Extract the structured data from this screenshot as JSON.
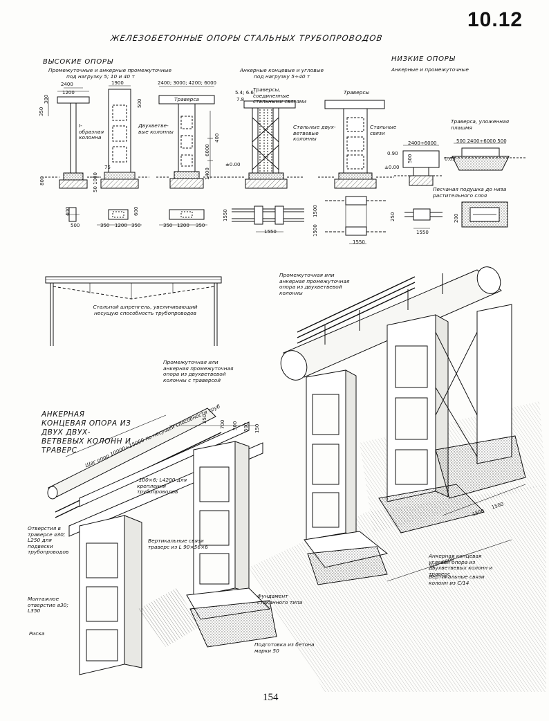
{
  "page_id": "10.12",
  "title": "ЖЕЛЕЗОБЕТОННЫЕ ОПОРЫ СТАЛЬНЫХ ТРУБОПРОВОДОВ",
  "page_number": "154",
  "high_supports": {
    "heading": "ВЫСОКИЕ ОПОРЫ",
    "subheading_1": "Промежуточные и анкерные промежуточные",
    "subheading_2": "под нагрузку 5; 10 и 40 т",
    "label_i_column": "I-образная колонна",
    "label_two_branch": "Двухветве-вые колонны",
    "label_traverse": "Траверса",
    "dim_2400": "2400",
    "dim_1200": "1200",
    "dim_1900": "1900",
    "dim_traverse": "2400; 3000; 4200; 6000",
    "dim_350": "350",
    "dim_300": "300",
    "dim_800": "800",
    "dim_75": "75",
    "dim_50_1000": "50 1000",
    "dim_500": "500",
    "dim_400": "400",
    "dim_1400": "1400",
    "dim_6000": "6000",
    "dim_zero": "±0.00",
    "plan_dim_350_1200_350": [
      "350",
      "1200",
      "350"
    ],
    "plan_dim_600": "600",
    "plan_dim_400": "400"
  },
  "anchor_supports": {
    "subheading_1": "Анкерные концевые и угловые",
    "subheading_2": "под нагрузку 5÷40 т",
    "label_traverses_joined": "Траверсы, соединенные стальными связями",
    "label_traverses": "Траверсы",
    "label_steel_two_branch": "Стальные двух-ветвевые колонны",
    "label_steel_links": "Стальные связи",
    "dim_54": "5.4; 6.6;",
    "dim_78": "7.8",
    "dim_1550": "1550",
    "dim_1500": "1500",
    "dim_250": "250"
  },
  "low_supports": {
    "heading": "НИЗКИЕ ОПОРЫ",
    "subheading": "Анкерные и промежуточные",
    "label_traverse_on_ground": "Траверса, уложенная плашмя",
    "label_sand_cushion": "Песчаная подушка до низа растительного слоя",
    "dim_2400_6000": "2400÷6000",
    "dim_500_row": "500  2400÷6000  500",
    "dim_090": "0.90",
    "dim_065": "0.65",
    "dim_zero": "±0.00",
    "dim_500": "500",
    "dim_1550": "1550",
    "dim_200": "200"
  },
  "truss_elevation": {
    "label": "Стальной шпренгель, увеличивающий несущую способность трубопроводов"
  },
  "axonometric": {
    "label_intermediate_top": "Промежуточная или анкерная промежуточная опора из двухветвевой колонны",
    "label_intermediate_mid": "Промежуточная или анкерная промежуточная опора из двухветвевой колонны с траверсой",
    "heading_anchor_end": "АНКЕРНАЯ КОНЦЕВАЯ ОПОРА ИЗ ДВУХ ДВУХ-ВЕТВЕВЫХ КОЛОНН И ТРАВЕРС",
    "label_span": "Шаг опор 10000÷15000 по несущей способности труб",
    "dims_top": [
      "250",
      "700",
      "500",
      "500",
      "150"
    ],
    "label_plate": "-100×6; L4200 для крепления трубопроводов",
    "label_holes": "Отверстия в траверсе ⌀30; L250 для подвески трубопроводов",
    "label_vertical_links": "Вертикальные связи траверс из L 90×56×6",
    "label_mount_hole": "Монтажное отверстие ⌀30; L350",
    "label_risk": "Риска",
    "label_foundation": "Фундамент стаканного типа",
    "label_prep": "Подготовка из бетона марки 50",
    "label_step": "Шаг опор",
    "dim_1500a": "1500",
    "dim_1500b": "1500",
    "label_anchor_corner": "Анкерная концевая угловая опора из двухветвевых колонн и траверс",
    "label_vertical_links_2": "Вертикальные связи колонн из С/14"
  }
}
